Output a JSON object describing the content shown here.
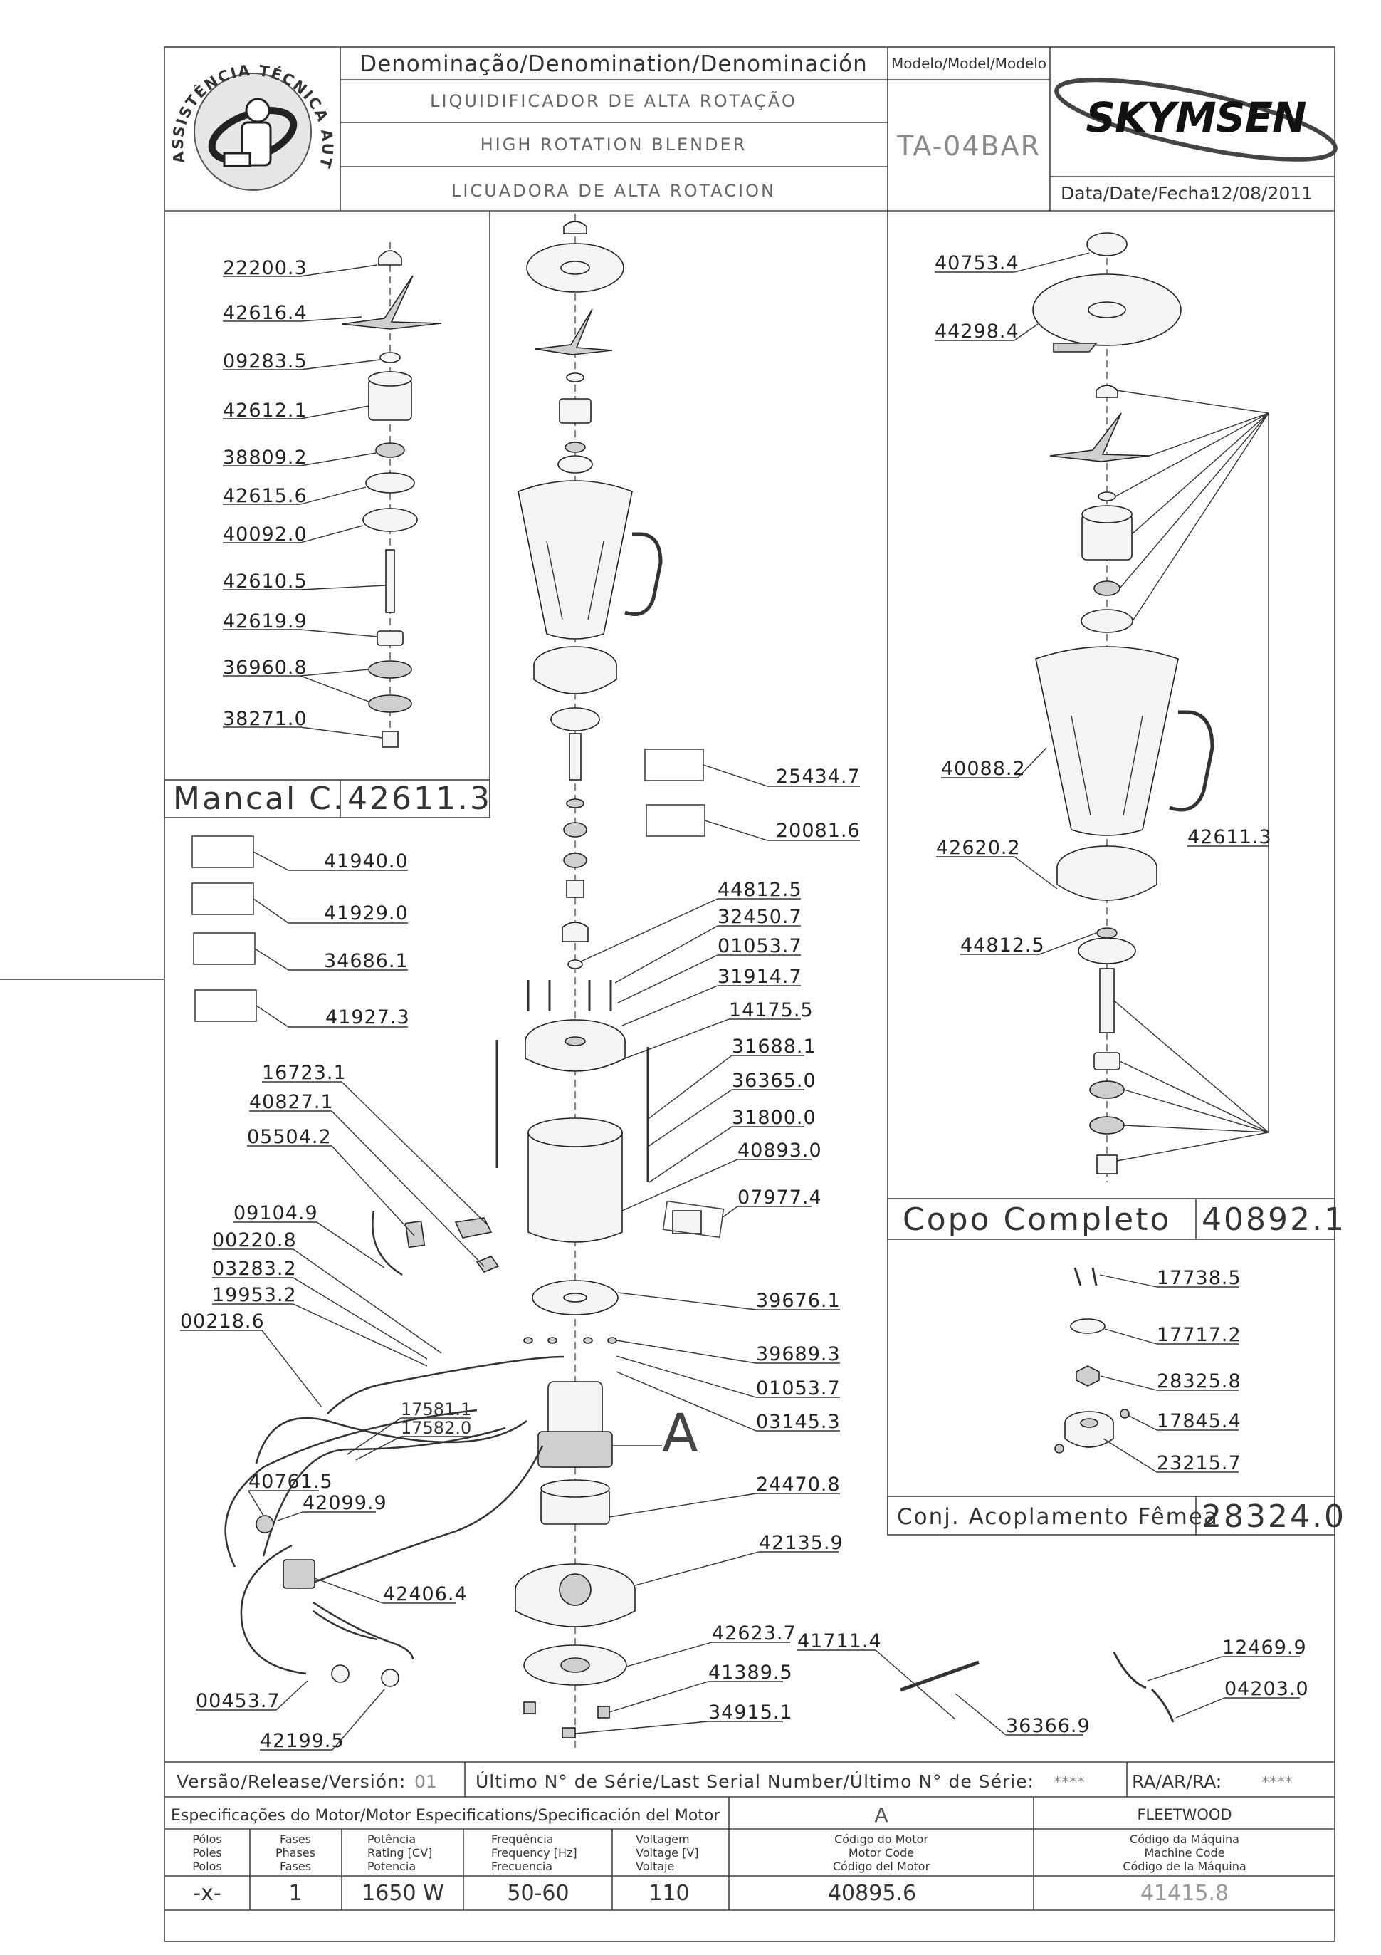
{
  "header": {
    "denomination_title": "Denominação/Denomination/Denominación",
    "name_pt": "LIQUIDIFICADOR DE ALTA ROTAÇÃO",
    "name_en": "HIGH ROTATION BLENDER",
    "name_es": "LICUADORA DE ALTA ROTACION",
    "model_title": "Modelo/Model/Modelo",
    "model_value": "TA-04BAR",
    "brand": "SKYMSEN",
    "date_label": "Data/Date/Fecha:",
    "date_value": "12/08/2011",
    "stamp_text": "ASSISTÊNCIA TÉCNICA AUTORIZADA"
  },
  "mancal": {
    "title": "Mancal C.",
    "code": "42611.3",
    "parts": [
      "22200.3",
      "42616.4",
      "09283.5",
      "42612.1",
      "38809.2",
      "42615.6",
      "40092.0",
      "42610.5",
      "42619.9",
      "36960.8",
      "38271.0"
    ]
  },
  "copo": {
    "title": "Copo Completo",
    "code": "40892.1",
    "parts": [
      "40753.4",
      "44298.4",
      "40088.2",
      "42620.2",
      "44812.5",
      "42611.3"
    ]
  },
  "acoplamento": {
    "title": "Conj. Acoplamento Fêmea",
    "code": "28324.0",
    "parts": [
      "17738.5",
      "17717.2",
      "28325.8",
      "17845.4",
      "23215.7"
    ]
  },
  "boxed_labels": [
    "41940.0",
    "41929.0",
    "34686.1",
    "41927.3"
  ],
  "center_right_labels": [
    "25434.7",
    "20081.6",
    "44812.5",
    "32450.7",
    "01053.7",
    "31914.7",
    "14175.5",
    "31688.1",
    "36365.0",
    "31800.0",
    "40893.0",
    "07977.4",
    "39676.1",
    "39689.3",
    "01053.7",
    "03145.3",
    "24470.8",
    "42135.9",
    "42623.7",
    "41389.5",
    "34915.1"
  ],
  "left_labels": [
    "16723.1",
    "40827.1",
    "05504.2",
    "09104.9",
    "00220.8",
    "03283.2",
    "19953.2",
    "00218.6",
    "17581.1",
    "17582.0",
    "40761.5",
    "42099.9",
    "42406.4",
    "00453.7",
    "42199.5"
  ],
  "misc_labels": [
    "41711.4",
    "36366.9",
    "12469.9",
    "04203.0"
  ],
  "motor_marker": "A",
  "footer": {
    "version_label": "Versão/Release/Versión:",
    "version_value": "01",
    "serial_label": "Último N° de Série/Last Serial Number/Último N° de Série:",
    "serial_value": "****",
    "ra_label": "RA/AR/RA:",
    "ra_value": "****",
    "spec_label": "Especificações do Motor/Motor Especifications/Specificación del Motor",
    "spec_marker": "A",
    "manufacturer": "FLEETWOOD",
    "columns": [
      {
        "h1": "Pólos",
        "h2": "Poles",
        "h3": "Polos",
        "value": "-x-"
      },
      {
        "h1": "Fases",
        "h2": "Phases",
        "h3": "Fases",
        "value": "1"
      },
      {
        "h1": "Potência",
        "h2": "Rating [CV]",
        "h3": "Potencia",
        "value": "1650 W"
      },
      {
        "h1": "Freqüência",
        "h2": "Frequency [Hz]",
        "h3": "Frecuencia",
        "value": "50-60"
      },
      {
        "h1": "Voltagem",
        "h2": "Voltage [V]",
        "h3": "Voltaje",
        "value": "110"
      },
      {
        "h1": "Código do Motor",
        "h2": "Motor Code",
        "h3": "Código del Motor",
        "value": "40895.6"
      },
      {
        "h1": "Código da Máquina",
        "h2": "Machine Code",
        "h3": "Código de la Máquina",
        "value": "41415.8"
      }
    ]
  }
}
